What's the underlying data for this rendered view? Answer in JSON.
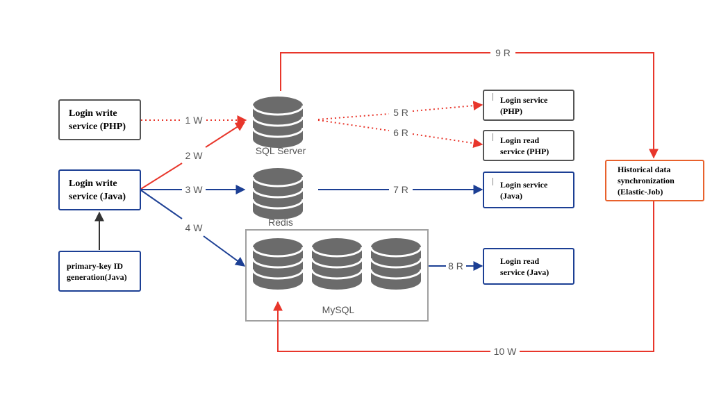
{
  "nodes": {
    "login_write_php": [
      "Login write",
      "service (PHP)"
    ],
    "login_write_java": [
      "Login write",
      "service (Java)"
    ],
    "primary_key": [
      "primary-key ID",
      "generation(Java)"
    ],
    "login_service_php": [
      "Login service",
      "(PHP)"
    ],
    "login_read_php": [
      "Login read",
      "service (PHP)"
    ],
    "login_service_java": [
      "Login service",
      "(Java)"
    ],
    "login_read_java": [
      "Login read",
      "service (Java)"
    ],
    "historical_sync": [
      "Historical data",
      "synchronization",
      "(Elastic-Job)"
    ]
  },
  "databases": {
    "sql_server": "SQL Server",
    "redis": "Redis",
    "mysql": "MySQL"
  },
  "edges": {
    "e1": "1 W",
    "e2": "2 W",
    "e3": "3 W",
    "e4": "4 W",
    "e5": "5 R",
    "e6": "6 R",
    "e7": "7 R",
    "e8": "8 R",
    "e9": "9 R",
    "e10": "10 W"
  },
  "colors": {
    "red": "#e8362b",
    "blue": "#1c3f94",
    "gray": "#555555",
    "orange": "#e8612c",
    "db_fill": "#6b6b6b"
  }
}
